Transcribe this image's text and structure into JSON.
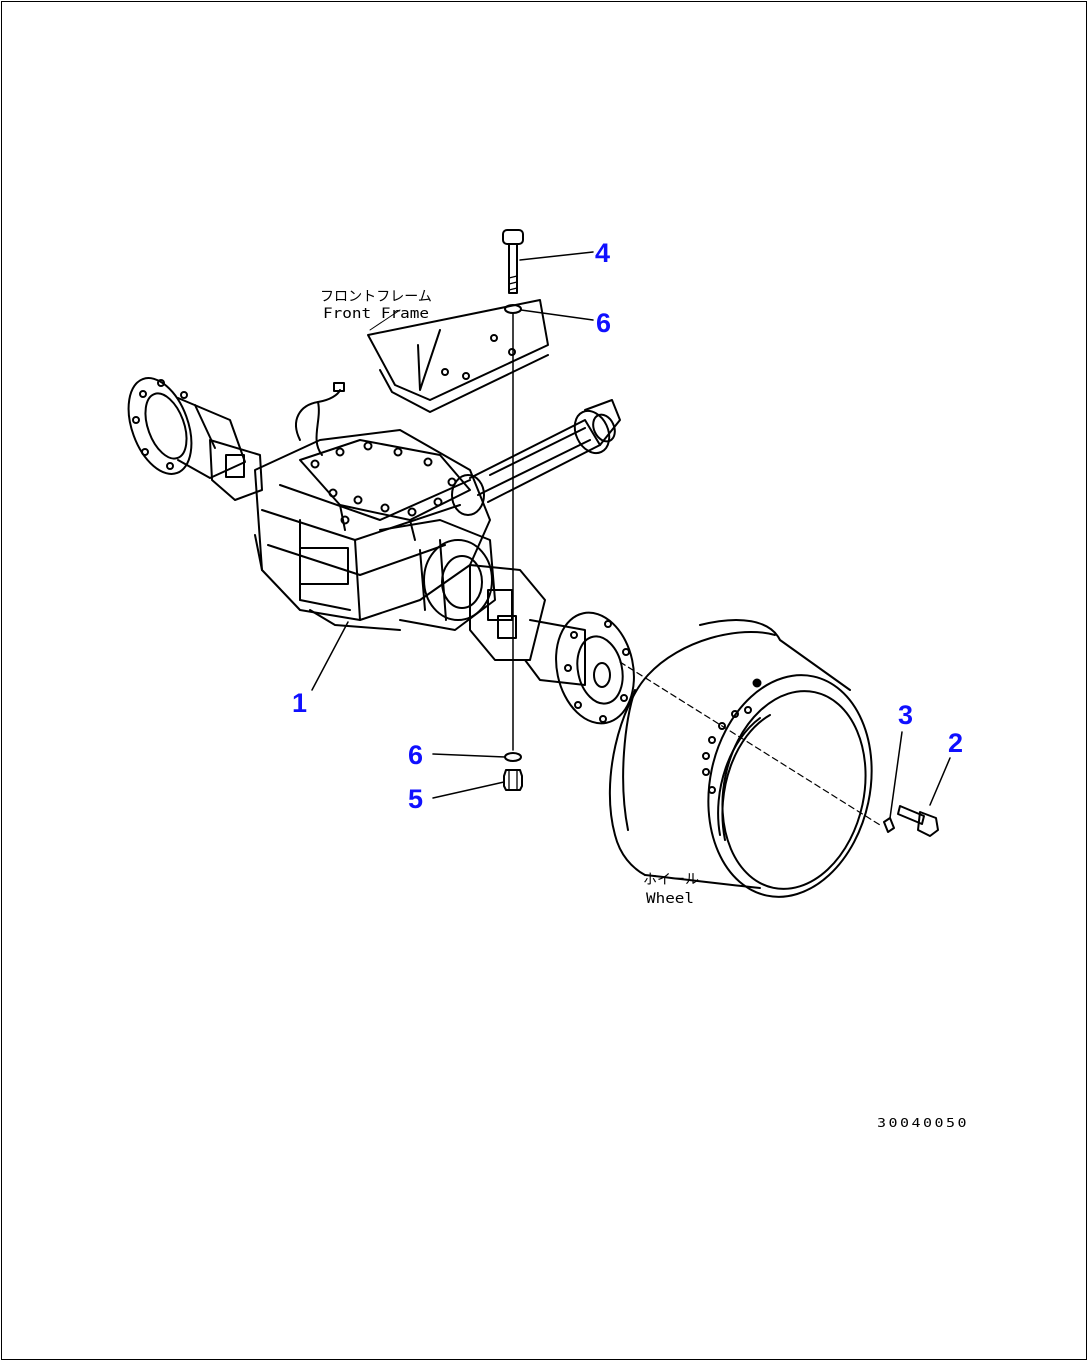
{
  "colors": {
    "callout": "#1010ff",
    "line": "#000000",
    "background": "#ffffff"
  },
  "labels": {
    "front_frame_jp": "フロントフレーム",
    "front_frame_en": "Front Frame",
    "wheel_jp": "ホイール",
    "wheel_en": "Wheel"
  },
  "callouts": {
    "c1": "1",
    "c2": "2",
    "c3": "3",
    "c4": "4",
    "c5": "5",
    "c6_top": "6",
    "c6_bottom": "6"
  },
  "drawing_code": "30040050"
}
